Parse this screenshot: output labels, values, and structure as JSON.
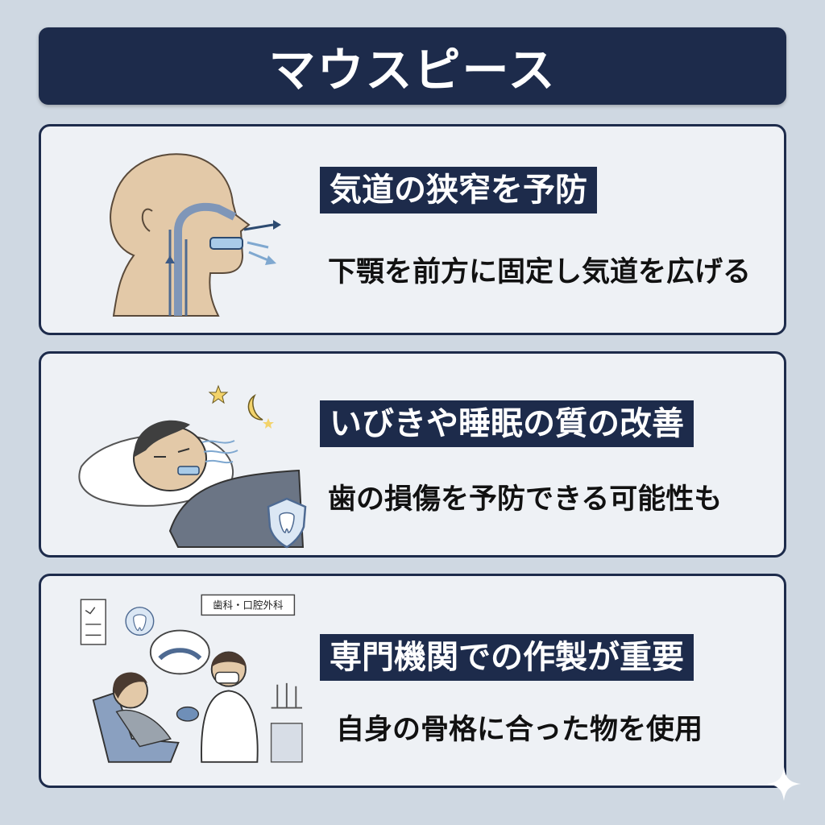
{
  "title": "マウスピース",
  "cards": [
    {
      "heading": "気道の狭窄を予防",
      "sub": "下顎を前方に固定し気道を広げる"
    },
    {
      "heading": "いびきや睡眠の質の改善",
      "sub": "歯の損傷を予防できる可能性も"
    },
    {
      "heading": "専門機関での作製が重要",
      "sub": "自身の骨格に合った物を使用",
      "sign": "歯科・口腔外科"
    }
  ],
  "colors": {
    "background": "#cfd8e2",
    "navy": "#1d2b4b",
    "card": "#eef1f5",
    "skin": "#e3c9a8",
    "accent_blue": "#7fa8d0"
  }
}
